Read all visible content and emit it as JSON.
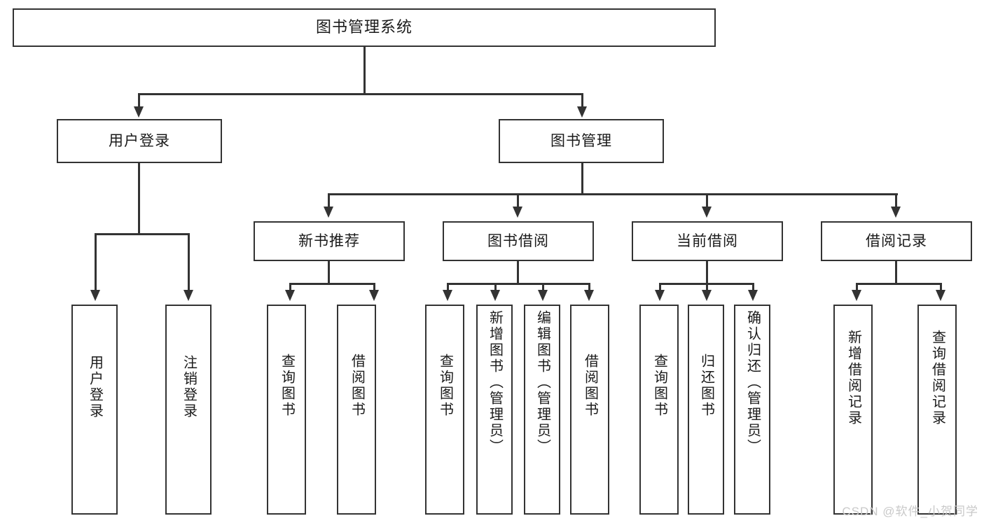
{
  "diagram": {
    "type": "tree-hierarchy-chart",
    "title": "图书管理系统",
    "watermark": "CSDN @软件_小贺同学",
    "colors": {
      "stroke": "#333333",
      "fill": "#ffffff",
      "text": "#1a1a1a",
      "watermark": "#c9c9c9"
    },
    "levels": {
      "root": {
        "label": "图书管理系统"
      },
      "level2": [
        {
          "label": "用户登录"
        },
        {
          "label": "图书管理"
        }
      ],
      "level3": [
        {
          "label": "新书推荐"
        },
        {
          "label": "图书借阅"
        },
        {
          "label": "当前借阅"
        },
        {
          "label": "借阅记录"
        }
      ],
      "level4": [
        {
          "label": "用户登录",
          "parent": "用户登录"
        },
        {
          "label": "注销登录",
          "parent": "用户登录"
        },
        {
          "label": "查询图书",
          "parent": "新书推荐"
        },
        {
          "label": "借阅图书",
          "parent": "新书推荐"
        },
        {
          "label": "查询图书",
          "parent": "图书借阅"
        },
        {
          "label": "新增图书（管理员）",
          "parent": "图书借阅"
        },
        {
          "label": "编辑图书（管理员）",
          "parent": "图书借阅"
        },
        {
          "label": "借阅图书",
          "parent": "图书借阅"
        },
        {
          "label": "查询图书",
          "parent": "当前借阅"
        },
        {
          "label": "归还图书",
          "parent": "当前借阅"
        },
        {
          "label": "确认归还（管理员）",
          "parent": "当前借阅"
        },
        {
          "label": "新增借阅记录",
          "parent": "借阅记录"
        },
        {
          "label": "查询借阅记录",
          "parent": "借阅记录"
        }
      ]
    }
  }
}
